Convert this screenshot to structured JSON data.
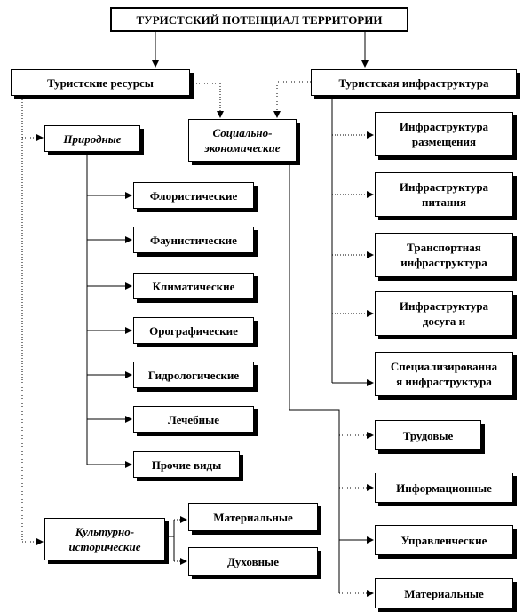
{
  "root": "ТУРИСТСКИЙ ПОТЕНЦИАЛ ТЕРРИТОРИИ",
  "resources": {
    "title": "Туристские ресурсы",
    "natural": {
      "title": "Природные",
      "items": [
        "Флористические",
        "Фаунистические",
        "Климатические",
        "Орографические",
        "Гидрологические",
        "Лечебные",
        "Прочие виды"
      ]
    },
    "socio_economic": "Социально-\nэкономические",
    "cultural": {
      "title": "Культурно-\nисторические",
      "items": [
        "Материальные",
        "Духовные"
      ]
    }
  },
  "infrastructure": {
    "title": "Туристская  инфраструктура",
    "items": [
      "Инфраструктура\nразмещения",
      "Инфраструктура\nпитания",
      "Транспортная\nинфраструктура",
      "Инфраструктура\nдосуга и",
      "Специализированна\nя инфраструктура"
    ]
  },
  "socio_items": [
    "Трудовые",
    "Информационные",
    "Управленческие",
    "Материальные"
  ]
}
